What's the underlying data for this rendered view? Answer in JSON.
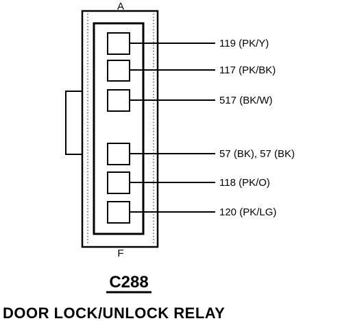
{
  "connector": {
    "id": "C288",
    "caption": "DOOR LOCK/UNLOCK RELAY",
    "end_top": "A",
    "end_bottom": "F"
  },
  "pins": [
    {
      "label": "119 (PK/Y)"
    },
    {
      "label": "117 (PK/BK)"
    },
    {
      "label": "517 (BK/W)"
    },
    {
      "label": "57 (BK), 57 (BK)"
    },
    {
      "label": "118 (PK/O)"
    },
    {
      "label": "120 (PK/LG)"
    }
  ]
}
